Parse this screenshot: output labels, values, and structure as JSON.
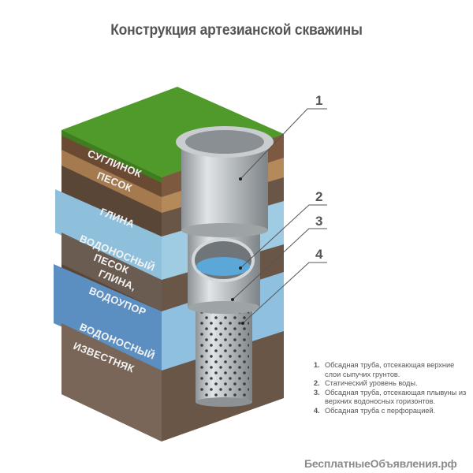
{
  "title": "Конструкция артезианской скважины",
  "layers": [
    {
      "label": "СУГЛИНОК",
      "color": "#6b4a33"
    },
    {
      "label": "ПЕСОК",
      "color": "#a47a4e"
    },
    {
      "label": "ГЛИНА",
      "color": "#5a4636"
    },
    {
      "label": "ВОДОНОСНЫЙ",
      "label2": "ПЕСОК",
      "color": "#7fb4d0"
    },
    {
      "label": "ГЛИНА,",
      "label2": "ВОДОУПОР",
      "color": "#6a5c50"
    },
    {
      "label": "ВОДОНОСНЫЙ",
      "label2": "ИЗВЕСТНЯК",
      "color": "#5b8fc2"
    }
  ],
  "callouts": [
    "1",
    "2",
    "3",
    "4"
  ],
  "legend": [
    {
      "num": "1.",
      "text": "Обсадная труба, отсекающая верхние слои сыпучих грунтов."
    },
    {
      "num": "2.",
      "text": "Статический уровень воды."
    },
    {
      "num": "3.",
      "text": "Обсадная труба, отсекающая плывуны из верхних водоносных горизонтов."
    },
    {
      "num": "4.",
      "text": "Обсадная труба с перфорацией."
    }
  ],
  "watermark": "БесплатныеОбъявления.рф",
  "colors": {
    "grass": "#4f9a2a",
    "pipe": "#b8bcbf",
    "water": "#5aa7d8",
    "text": "#555555"
  }
}
